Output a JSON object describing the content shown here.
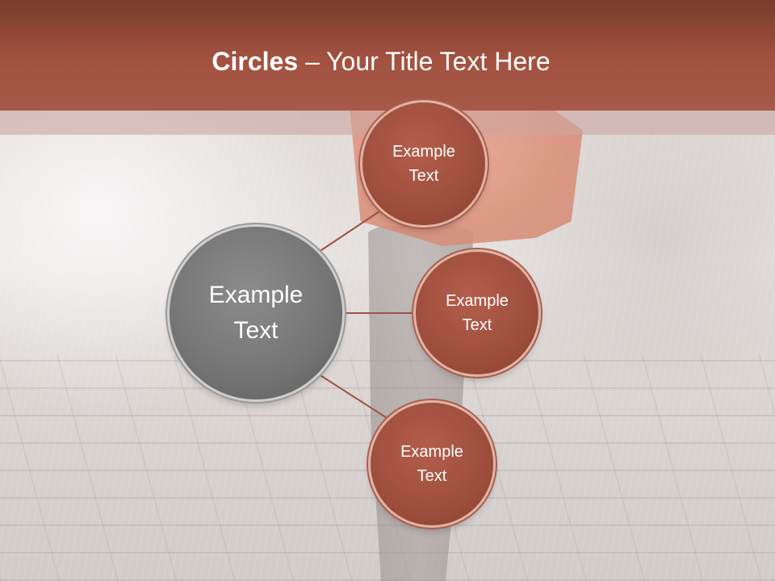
{
  "title": {
    "bold": "Circles",
    "rest": " – Your Title Text Here"
  },
  "center_circle": {
    "line1": "Example",
    "line2": "Text"
  },
  "circles": [
    {
      "line1": "Example",
      "line2": "Text"
    },
    {
      "line1": "Example",
      "line2": "Text"
    },
    {
      "line1": "Example",
      "line2": "Text"
    }
  ],
  "colors": {
    "title_bar": "#a35240",
    "small_circle": "#9e4e3d",
    "center_circle": "#747474",
    "connector": "#a0533f"
  }
}
